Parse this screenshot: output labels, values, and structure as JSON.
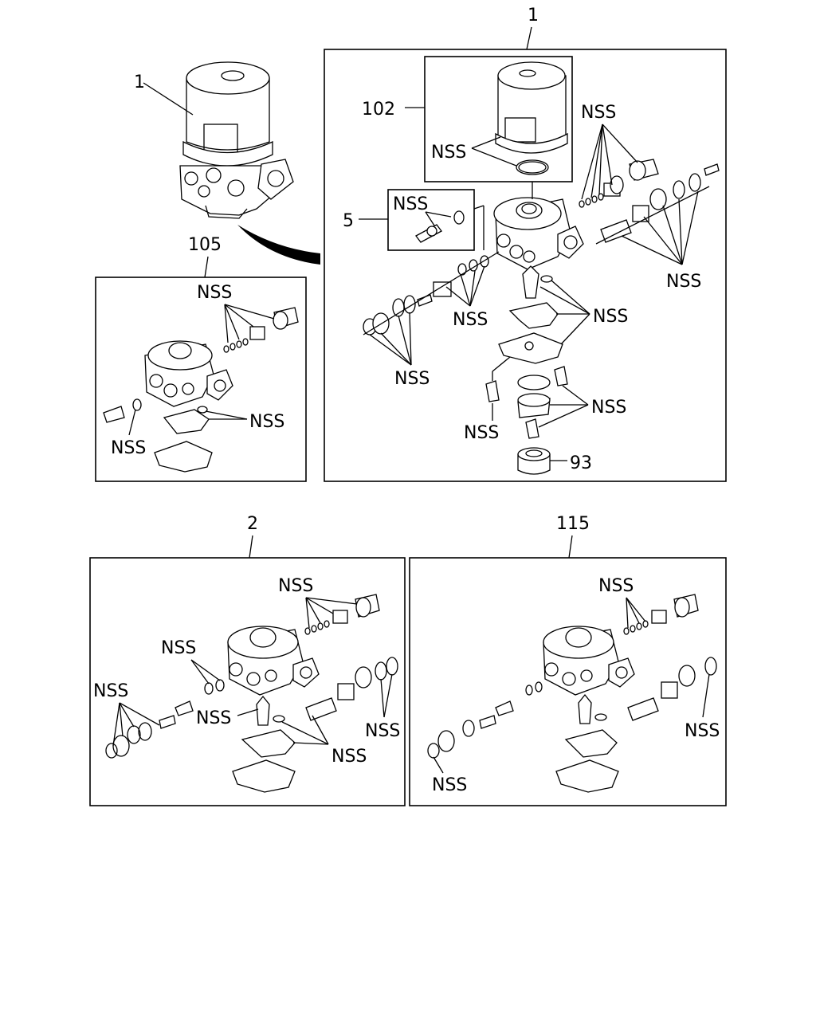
{
  "labels": {
    "main_unit": "1",
    "panel_main": "1",
    "cartridge": "102",
    "sub_5": "5",
    "panel_105": "105",
    "panel_2": "2",
    "panel_115": "115",
    "part_93": "93",
    "nss": "NSS"
  }
}
